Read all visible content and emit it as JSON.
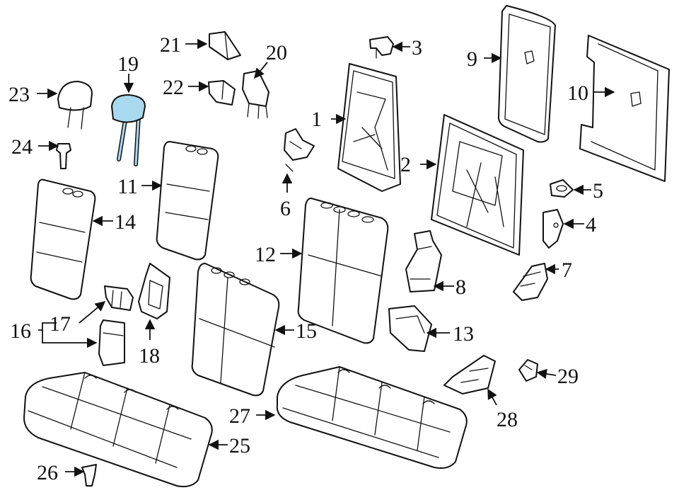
{
  "callouts": [
    {
      "id": "1",
      "text": "1"
    },
    {
      "id": "2",
      "text": "2"
    },
    {
      "id": "3",
      "text": "3"
    },
    {
      "id": "4",
      "text": "4"
    },
    {
      "id": "5",
      "text": "5"
    },
    {
      "id": "6",
      "text": "6"
    },
    {
      "id": "7",
      "text": "7"
    },
    {
      "id": "8",
      "text": "8"
    },
    {
      "id": "9",
      "text": "9"
    },
    {
      "id": "10",
      "text": "10"
    },
    {
      "id": "11",
      "text": "11"
    },
    {
      "id": "12",
      "text": "12"
    },
    {
      "id": "13",
      "text": "13"
    },
    {
      "id": "14",
      "text": "14"
    },
    {
      "id": "15",
      "text": "15"
    },
    {
      "id": "16",
      "text": "16"
    },
    {
      "id": "17",
      "text": "17"
    },
    {
      "id": "18",
      "text": "18"
    },
    {
      "id": "19",
      "text": "19"
    },
    {
      "id": "20",
      "text": "20"
    },
    {
      "id": "21",
      "text": "21"
    },
    {
      "id": "22",
      "text": "22"
    },
    {
      "id": "23",
      "text": "23"
    },
    {
      "id": "24",
      "text": "24"
    },
    {
      "id": "25",
      "text": "25"
    },
    {
      "id": "26",
      "text": "26"
    },
    {
      "id": "27",
      "text": "27"
    },
    {
      "id": "28",
      "text": "28"
    },
    {
      "id": "29",
      "text": "29"
    }
  ],
  "highlight": {
    "part": "19",
    "color": "#a9d9ee"
  }
}
